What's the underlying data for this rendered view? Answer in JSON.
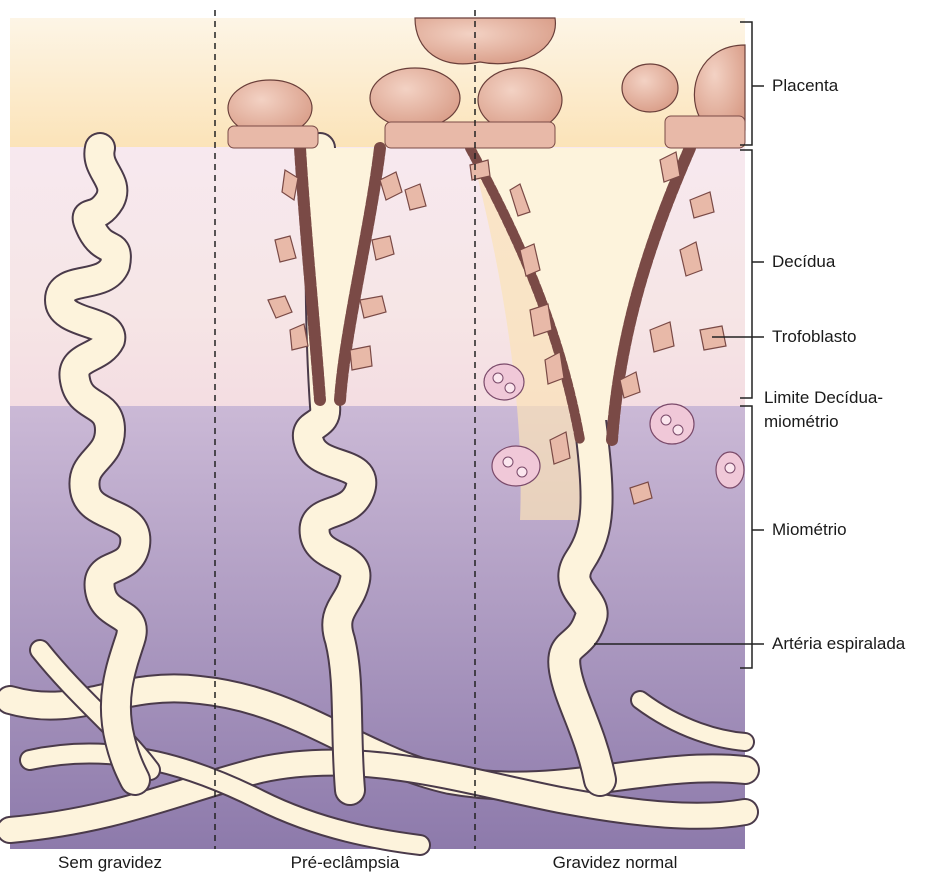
{
  "labels": {
    "placenta": "Placenta",
    "decidua": "Decídua",
    "trofoblasto": "Trofoblasto",
    "limite_line1": "Limite Decídua-",
    "limite_line2": "miométrio",
    "miometrio": "Miométrio",
    "arteria": "Artéria espiralada"
  },
  "captions": {
    "sem_gravidez": "Sem gravidez",
    "pre_eclampsia": "Pré-eclâmpsia",
    "gravidez_normal": "Gravidez normal"
  },
  "colors": {
    "placenta_band": "#fbe9c8",
    "decidua_top": "#f6e6ee",
    "decidua_bottom": "#f3dde4",
    "myometrium_top": "#c8b6d4",
    "myometrium_bottom": "#8f7cad",
    "vessel_fill": "#fdf3dc",
    "vessel_stroke": "#4a3a4a",
    "cell_fill": "#e8b9a8",
    "cell_stroke": "#7a4a46",
    "villus_fill": "#e7b5a3"
  }
}
